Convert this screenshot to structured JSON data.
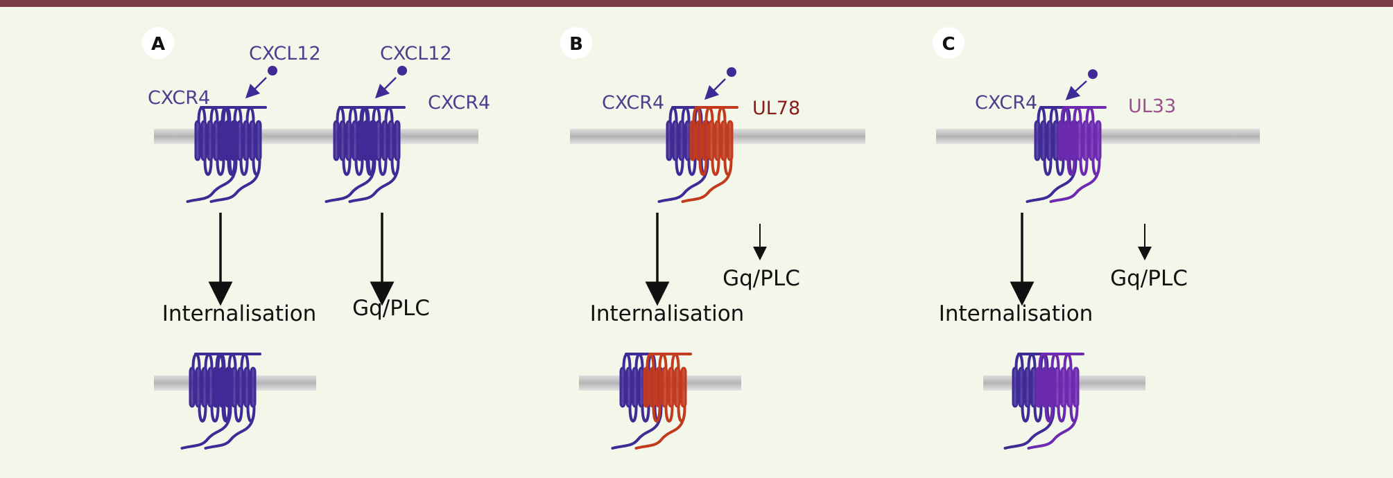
{
  "panels": [
    {
      "letter": "A",
      "ligand1": "CXCL12",
      "ligand2": "CXCL12",
      "receptor1": "CXCR4",
      "receptor2": "CXCR4",
      "internalisation": "Internalisation",
      "signaling": "Gq/PLC"
    },
    {
      "letter": "B",
      "receptor": "CXCR4",
      "partner": "UL78",
      "internalisation": "Internalisation",
      "signaling": "Gq/PLC"
    },
    {
      "letter": "C",
      "receptor": "CXCR4",
      "partner": "UL33",
      "internalisation": "Internalisation",
      "signaling": "Gq/PLC"
    }
  ],
  "colors": {
    "background": "#f2f7e9",
    "topBar": "#7b3c4a",
    "receptor": "#3f2a96",
    "receptorLabel": "#4c3f8f",
    "ul78": "#c23b1e",
    "ul78Label": "#8b1a1a",
    "ul33": "#6d2ab0",
    "ul33Label": "#9a4f8d",
    "membrane": "#c7c7c7",
    "arrow": "#111111",
    "text": "#111111"
  }
}
